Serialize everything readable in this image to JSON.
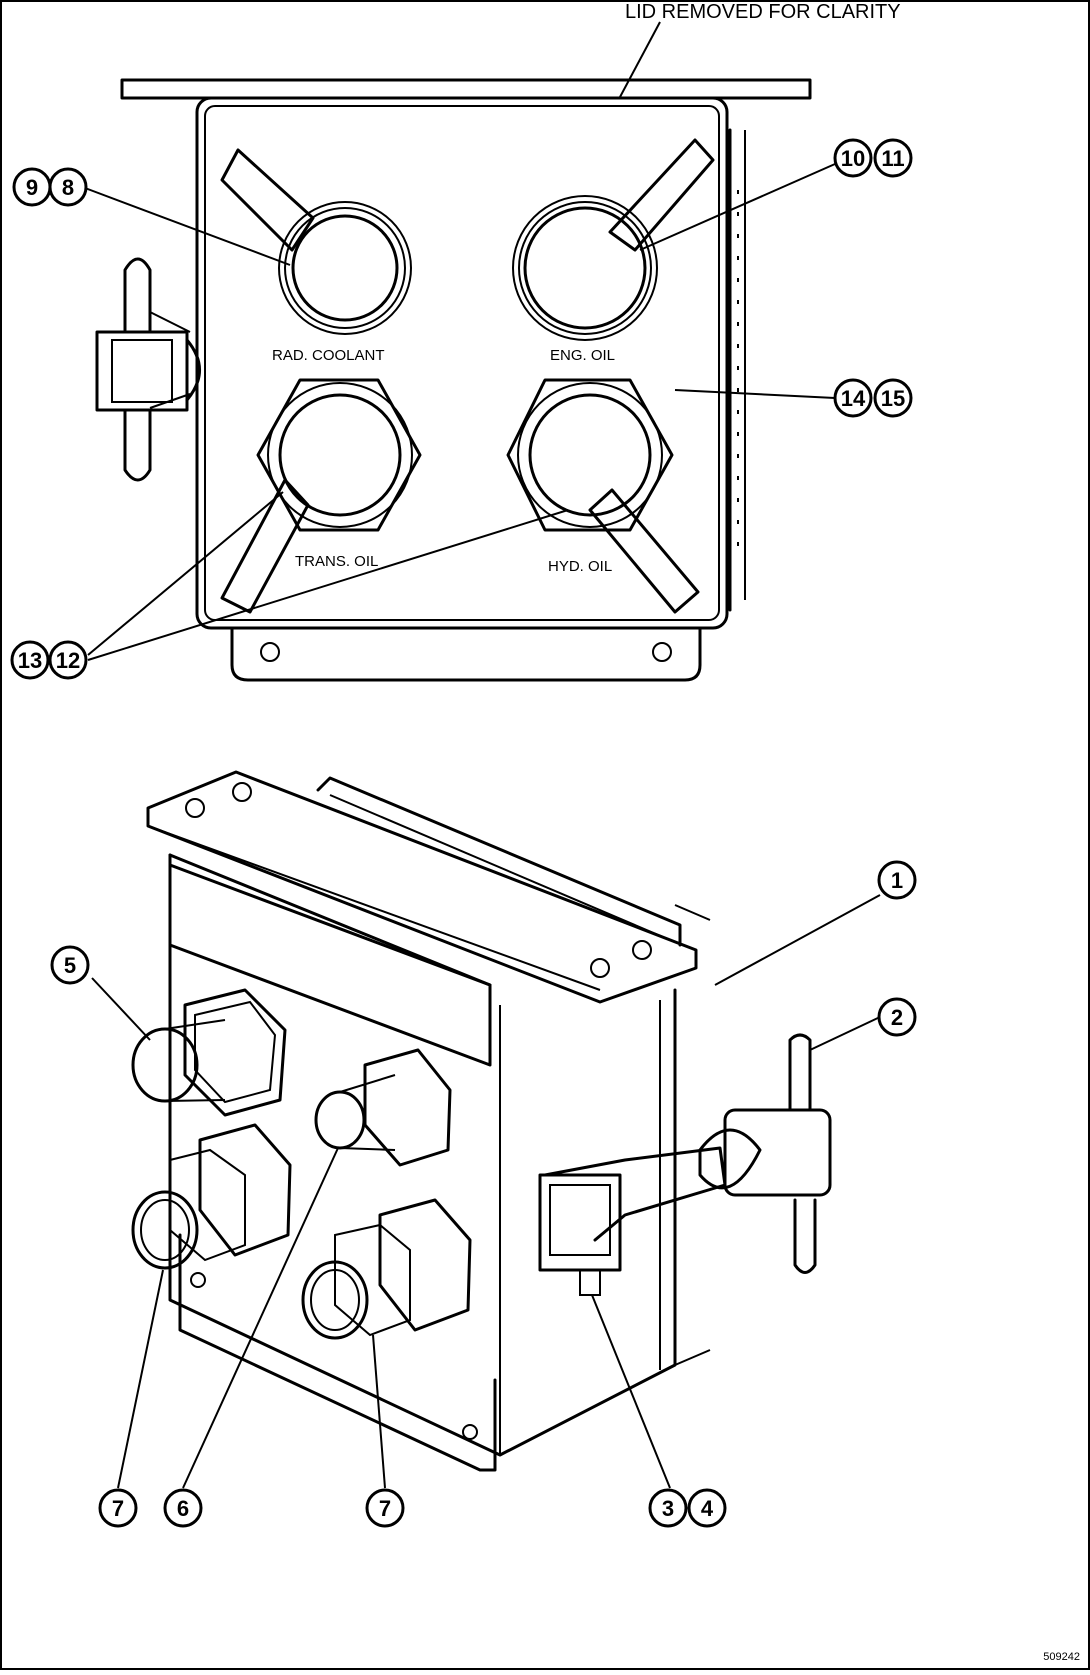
{
  "title_note": "LID REMOVED FOR CLARITY",
  "gauge_labels": {
    "rad_coolant": "RAD. COOLANT",
    "eng_oil": "ENG. OIL",
    "trans_oil": "TRANS. OIL",
    "hyd_oil": "HYD. OIL"
  },
  "callouts": {
    "c9": "9",
    "c8": "8",
    "c10": "10",
    "c11": "11",
    "c14": "14",
    "c15": "15",
    "c13": "13",
    "c12": "12",
    "c1": "1",
    "c2": "2",
    "c5": "5",
    "c7a": "7",
    "c6": "6",
    "c7b": "7",
    "c3": "3",
    "c4": "4"
  },
  "drawing_id": "509242"
}
